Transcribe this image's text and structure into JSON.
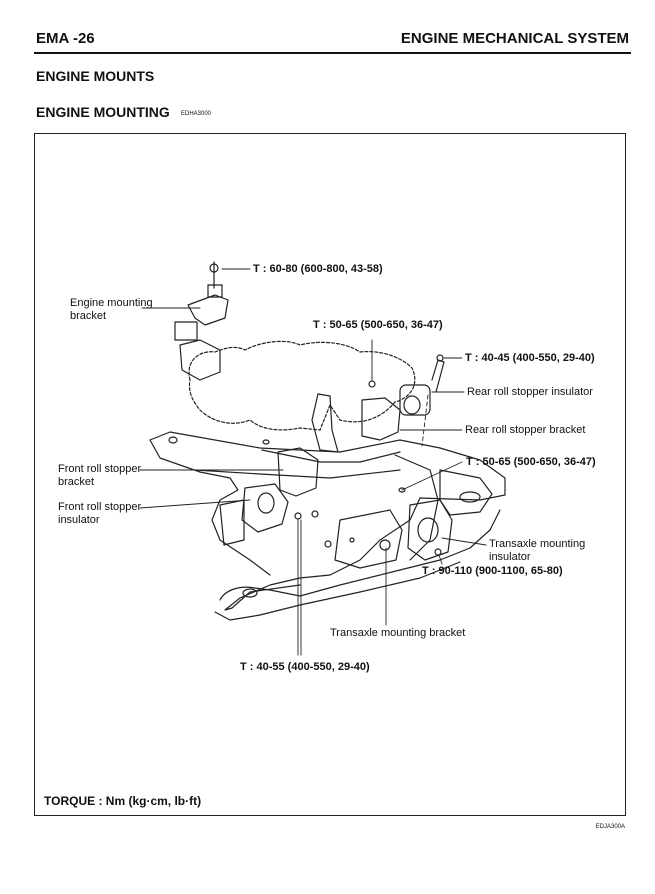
{
  "header": {
    "page_code": "EMA -26",
    "section_title": "ENGINE MECHANICAL SYSTEM"
  },
  "section": {
    "title": "ENGINE MOUNTS",
    "subtitle": "ENGINE MOUNTING",
    "subtitle_code": "EDHA3000"
  },
  "figure": {
    "labels": {
      "torque_top": "T : 60-80 (600-800, 43-58)",
      "engine_bracket": "Engine mounting\nbracket",
      "torque_center": "T : 50-65 (500-650, 36-47)",
      "torque_rear": "T : 40-45 (400-550, 29-40)",
      "rear_insulator": "Rear roll stopper insulator",
      "rear_bracket": "Rear roll stopper bracket",
      "front_bracket": "Front roll stopper\nbracket",
      "torque_right": "T : 50-65 (500-650, 36-47)",
      "front_insulator": "Front roll stopper\ninsulator",
      "trans_insulator": "Transaxle mounting\ninsulator",
      "torque_trans": "T : 90-110 (900-1100, 65-80)",
      "trans_bracket": "Transaxle mounting bracket",
      "torque_bottom": "T : 40-55 (400-550, 29-40)"
    },
    "torque_note": "TORQUE : Nm (kg·cm, lb·ft)",
    "figure_code": "EDJA300A"
  }
}
